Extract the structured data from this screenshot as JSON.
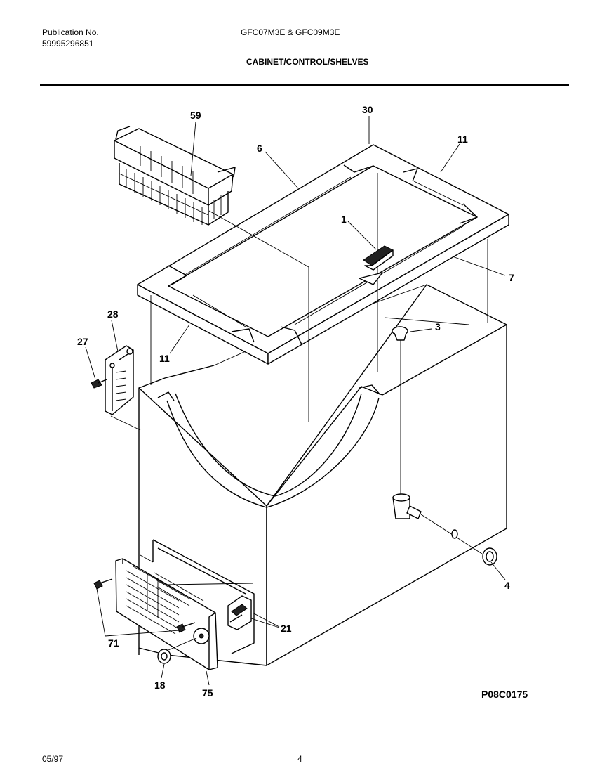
{
  "header": {
    "publication_label": "Publication No.",
    "publication_number": "59995296851",
    "models": "GFC07M3E & GFC09M3E",
    "section_title": "CABINET/CONTROL/SHELVES"
  },
  "callouts": [
    {
      "id": "c59",
      "label": "59"
    },
    {
      "id": "c30",
      "label": "30"
    },
    {
      "id": "c6",
      "label": "6"
    },
    {
      "id": "c11a",
      "label": "11"
    },
    {
      "id": "c1",
      "label": "1"
    },
    {
      "id": "c7",
      "label": "7"
    },
    {
      "id": "c28",
      "label": "28"
    },
    {
      "id": "c27",
      "label": "27"
    },
    {
      "id": "c11b",
      "label": "11"
    },
    {
      "id": "c3",
      "label": "3"
    },
    {
      "id": "c4",
      "label": "4"
    },
    {
      "id": "c21",
      "label": "21"
    },
    {
      "id": "c71",
      "label": "71"
    },
    {
      "id": "c18",
      "label": "18"
    },
    {
      "id": "c75",
      "label": "75"
    }
  ],
  "figure_code": "P08C0175",
  "footer": {
    "date": "05/97",
    "page": "4"
  }
}
